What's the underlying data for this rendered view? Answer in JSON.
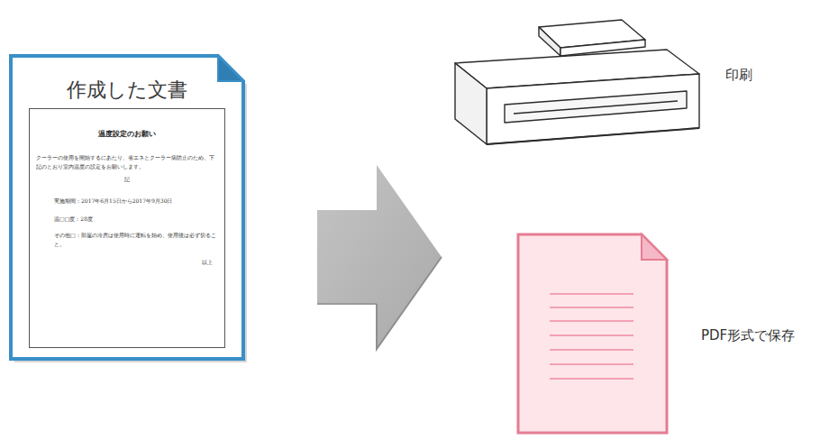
{
  "diagram": {
    "nodes": [
      {
        "text": [
          "作成した文書"
        ]
      },
      {
        "text": [
          "温度設定のお願い",
          "クーラーの使用を開始するにあたり、省エネとクーラー病防止のため、下記のとおり室内温度の設定をお願いします。",
          "記",
          "実施期間：2017年6月15日から2017年9月30日",
          "温□□度：28度",
          "その他□：部屋の冷房は使用時に運転を始め、使用後は必ず切ること。",
          "以上"
        ],
        "in": 0
      }
    ],
    "labels": [
      "印刷",
      "PDF形式で保存"
    ]
  }
}
